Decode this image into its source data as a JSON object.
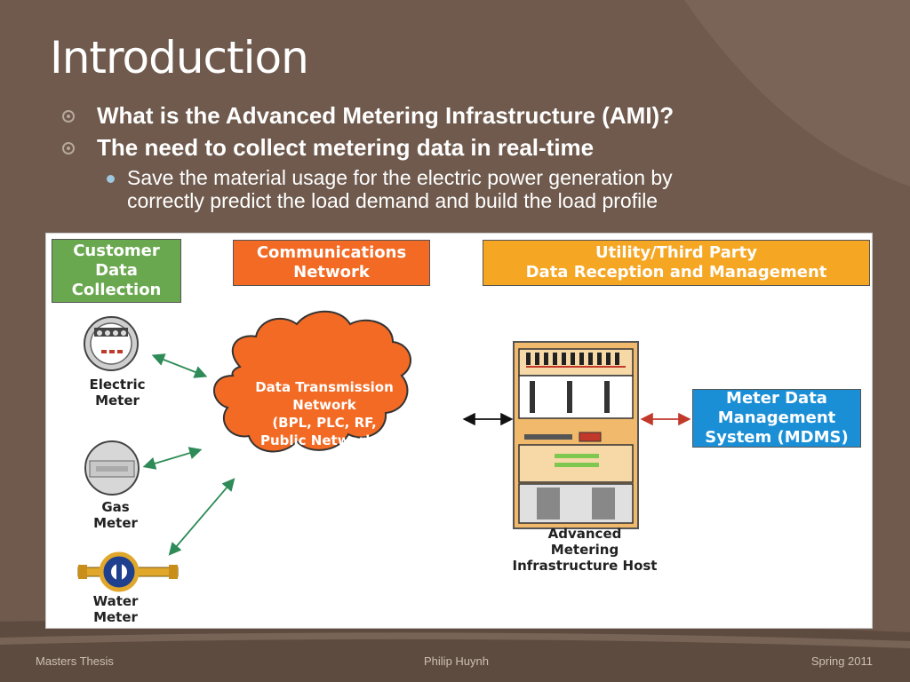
{
  "slide": {
    "title": "Introduction",
    "bullets": [
      "What is the Advanced Metering Infrastructure (AMI)?",
      "The need to collect metering data in real-time"
    ],
    "sub_bullets": [
      "Save the material usage for the electric power generation by\ncorrectly predict the load demand and build the load profile"
    ]
  },
  "diagram": {
    "headers": {
      "customer": "Customer\nData\nCollection",
      "communications": "Communications\nNetwork",
      "utility": "Utility/Third Party\nData Reception and Management"
    },
    "meters": {
      "electric": "Electric\nMeter",
      "gas": "Gas\nMeter",
      "water": "Water\nMeter"
    },
    "network": "Data Transmission\nNetwork\n(BPL, PLC, RF,\nPublic Networks)",
    "host": "Advanced\nMetering\nInfrastructure Host",
    "mdms": "Meter Data\nManagement\nSystem (MDMS)",
    "colors": {
      "customer": "#6aa84f",
      "communications": "#f26a24",
      "utility": "#f5a623",
      "mdms": "#1b8fd6",
      "cloud": "#f26a24"
    }
  },
  "footer": {
    "left": "Masters Thesis",
    "center": "Philip Huynh",
    "right": "Spring 2011"
  }
}
